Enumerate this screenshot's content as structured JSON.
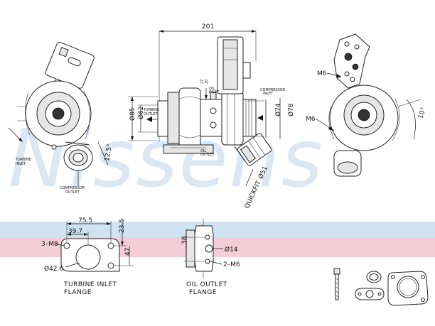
{
  "watermark": "Nissens",
  "brand_colors": {
    "watermark_blue": "#cfe0ef",
    "band_blue": "#cfe3f2",
    "band_red": "#f3cdd8"
  },
  "labels": {
    "turbine_inlet": "TURBINE\nINLET",
    "compressor_outlet_left": "COMPRESSOR\nOUTLET",
    "angle_left": "12.5°",
    "overall_length": "201",
    "dia_85": "Ø85",
    "dia_62": "Ø62",
    "turbine_outlet": "TURBINE\nOUTLET",
    "dim_27": "27",
    "dim_20": "20",
    "oil_inlet": "OIL\nINLET",
    "oil_outlet": "OIL\nOUTLET",
    "compressor_inlet": "COMPRESSOR\nINLET",
    "dia_74": "Ø74",
    "dia_78": "Ø78",
    "quickfit": "QUICKFIT\nØ51",
    "m6_top": "M6",
    "m6_mid": "M6",
    "angle_right": "10°"
  },
  "turbine_flange": {
    "w_755": "75.5",
    "w_397": "39.7",
    "h_235": "23.5",
    "h_47": "47",
    "thread": "3–M8",
    "bore": "Ø42.6",
    "caption_1": "TURBINE INLET",
    "caption_2": "FLANGE"
  },
  "oil_flange": {
    "h_38": "38",
    "bore": "Ø14",
    "thread": "2–M6",
    "caption_1": "OIL OUTLET",
    "caption_2": "FLANGE"
  }
}
